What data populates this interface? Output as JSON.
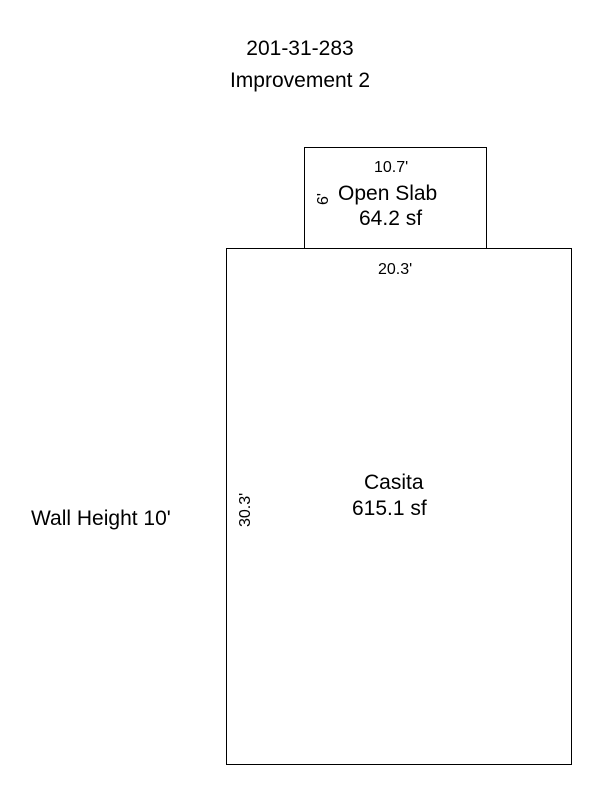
{
  "header": {
    "parcel_id": "201-31-283",
    "improvement": "Improvement 2"
  },
  "open_slab": {
    "name": "Open Slab",
    "area": "64.2 sf",
    "width": "10.7'",
    "depth": "6'"
  },
  "casita": {
    "name": "Casita",
    "area": "615.1 sf",
    "width": "20.3'",
    "depth": "30.3'"
  },
  "notes": {
    "wall_height": "Wall Height 10'"
  },
  "colors": {
    "line": "#000000",
    "background": "#ffffff"
  }
}
